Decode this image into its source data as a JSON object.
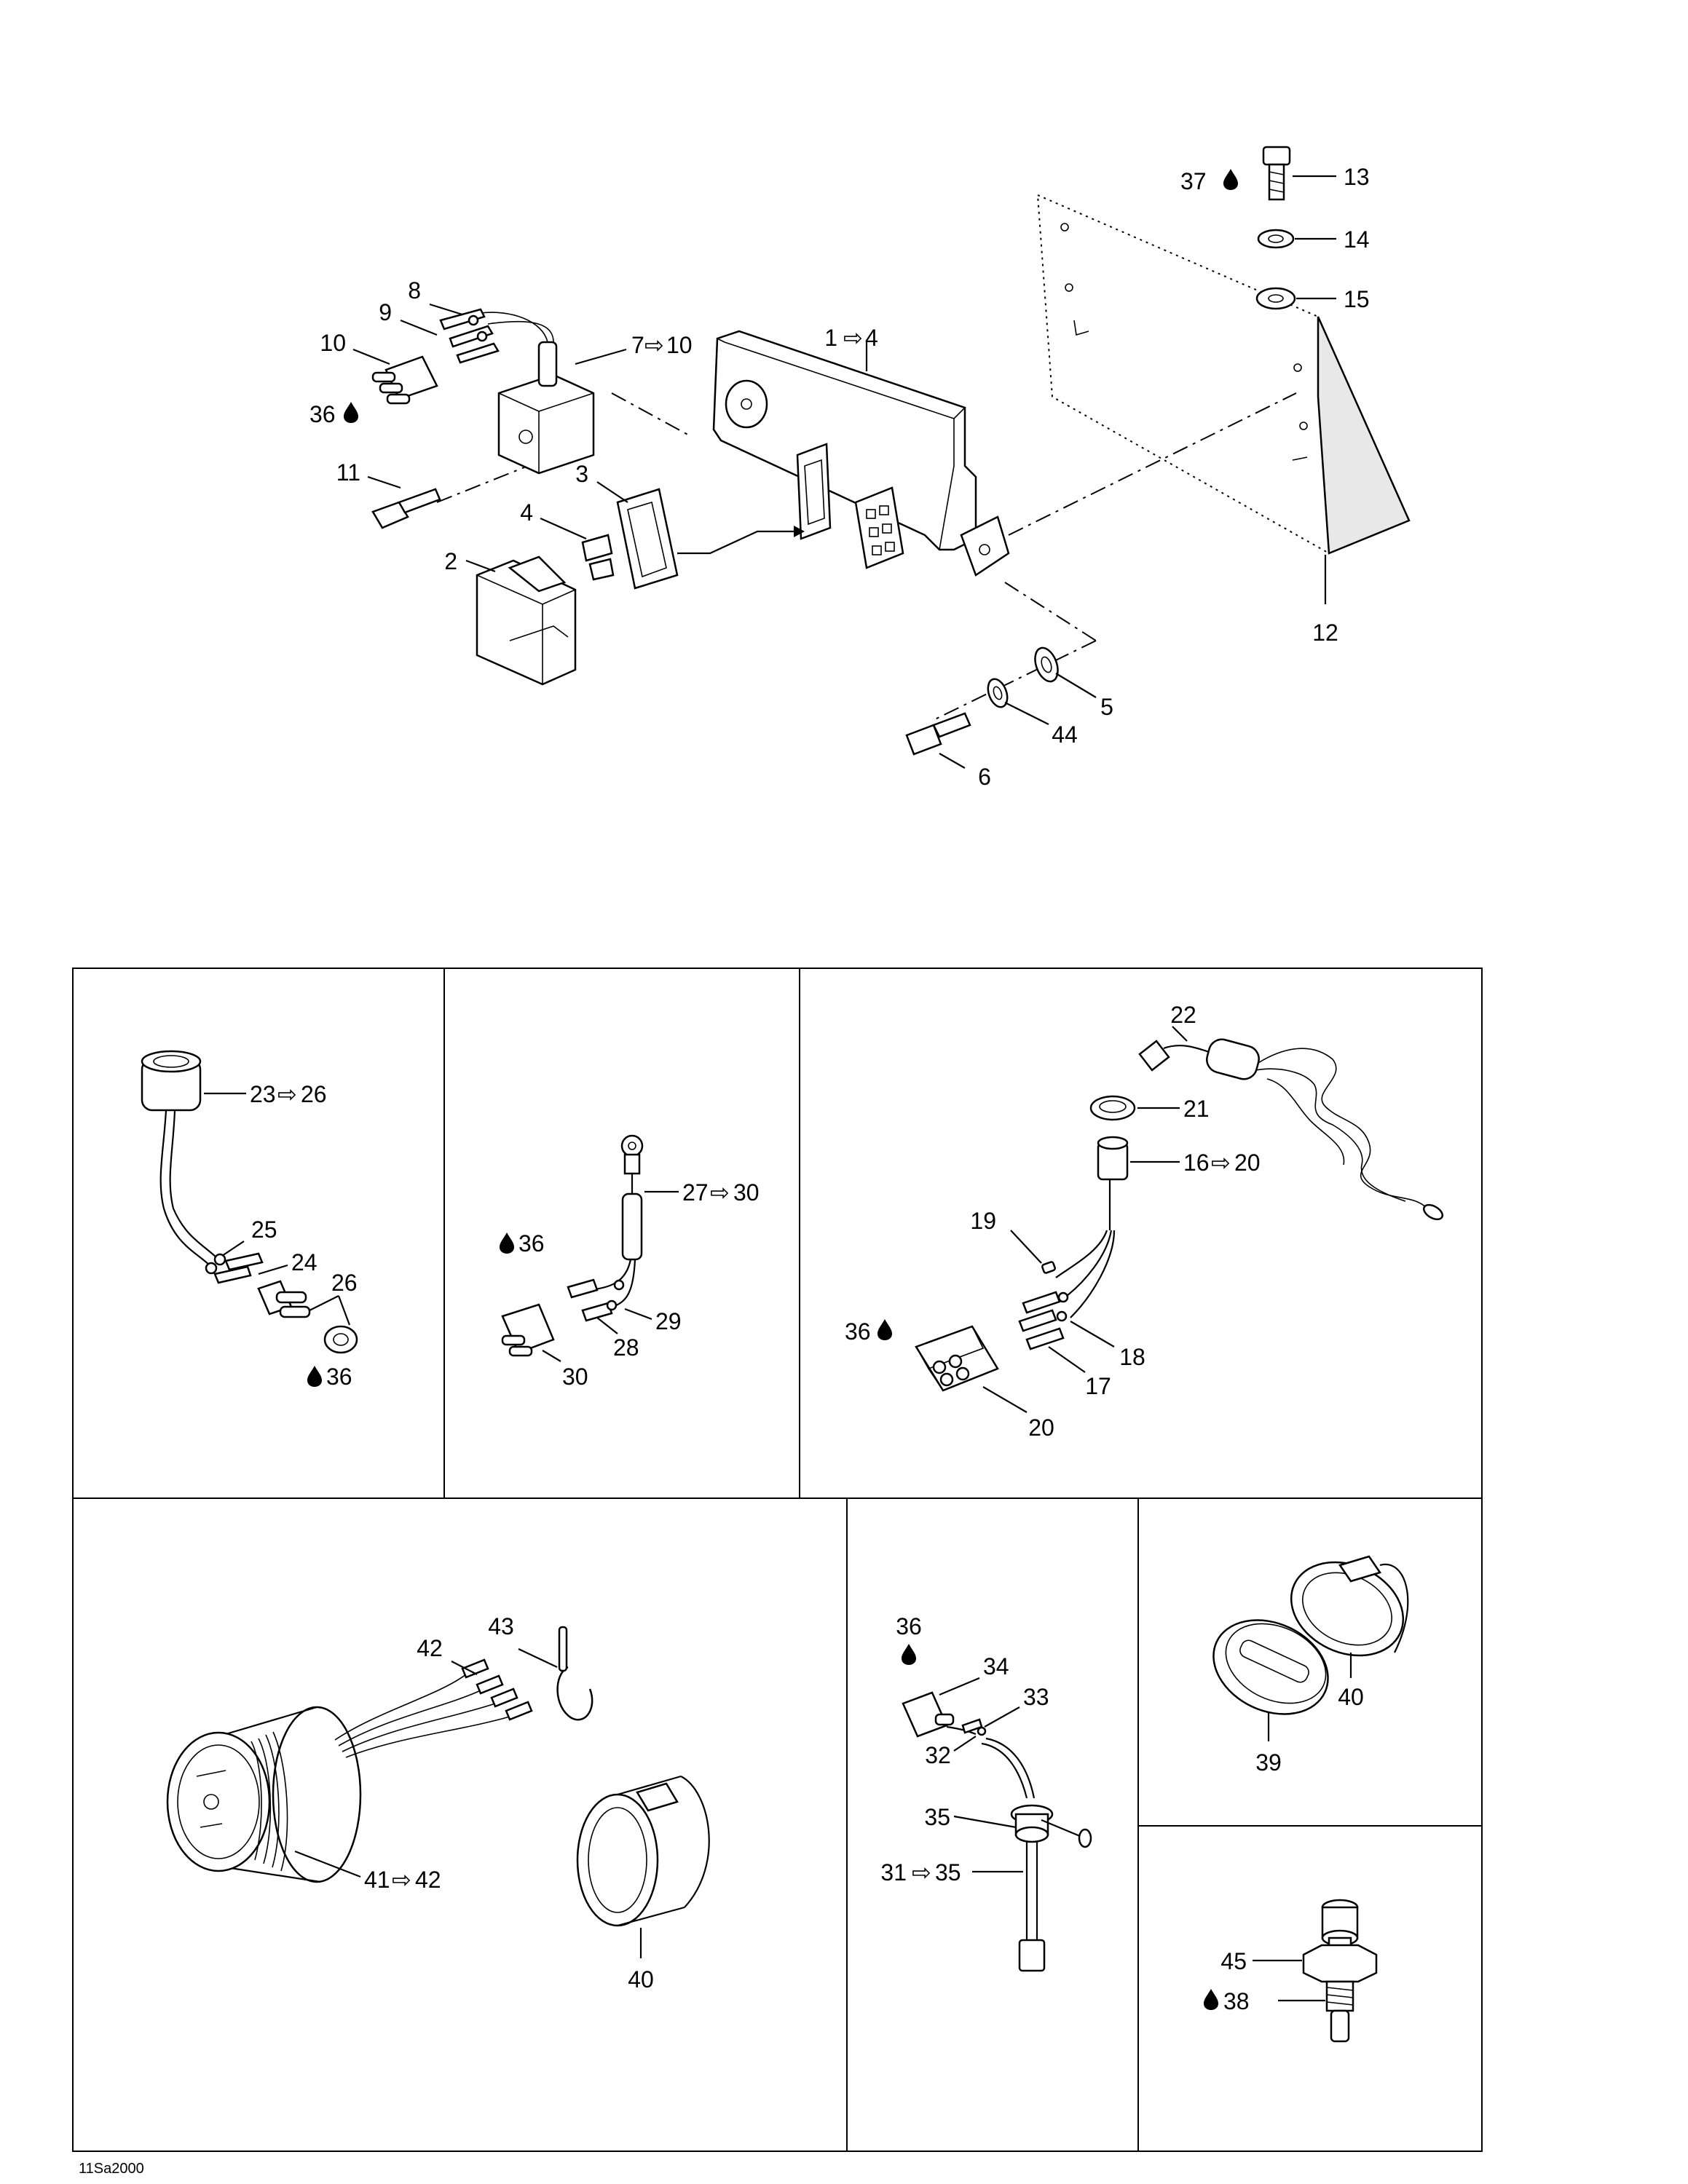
{
  "diagram_code": "11Sa2000",
  "callouts": {
    "c1": "1",
    "c1_to": "4",
    "c2": "2",
    "c3": "3",
    "c4": "4",
    "c5": "5",
    "c6": "6",
    "c7": "7",
    "c7_to": "10",
    "c8": "8",
    "c9": "9",
    "c10": "10",
    "c11": "11",
    "c12": "12",
    "c13": "13",
    "c14": "14",
    "c15": "15",
    "c16": "16",
    "c16_to": "20",
    "c17": "17",
    "c18": "18",
    "c19": "19",
    "c20": "20",
    "c21": "21",
    "c22": "22",
    "c23": "23",
    "c23_to": "26",
    "c24": "24",
    "c25": "25",
    "c26": "26",
    "c27": "27",
    "c27_to": "30",
    "c28": "28",
    "c29": "29",
    "c30": "30",
    "c31": "31",
    "c31_to": "35",
    "c32": "32",
    "c33": "33",
    "c34": "34",
    "c35": "35",
    "c36": "36",
    "c37": "37",
    "c38": "38",
    "c39": "39",
    "c40": "40",
    "c41": "41",
    "c41_to": "42",
    "c42": "42",
    "c43": "43",
    "c44": "44",
    "c45": "45"
  },
  "range_symbol": "⇨",
  "icons": {
    "lubricant": "drop-icon",
    "range": "range-arrow-icon"
  }
}
